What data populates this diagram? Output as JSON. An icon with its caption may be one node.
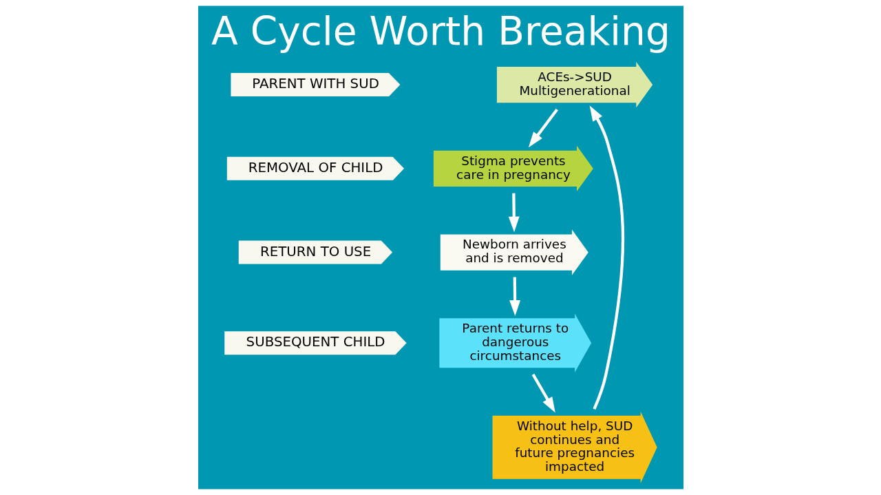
{
  "diagram": {
    "title": "A Cycle Worth Breaking",
    "nodes": [
      {
        "text": [
          "PARENT WITH SUD"
        ]
      },
      {
        "text": [
          "REMOVAL OF CHILD"
        ]
      },
      {
        "text": [
          "RETURN TO USE"
        ]
      },
      {
        "text": [
          "SUBSEQUENT CHILD"
        ]
      },
      {
        "text": [
          "ACEs->SUD Multigenerational"
        ]
      },
      {
        "text": [
          "Stigma prevents care in pregnancy"
        ]
      },
      {
        "text": [
          "Newborn arrives and is removed"
        ]
      },
      {
        "text": [
          "Parent returns to dangerous circumstances"
        ]
      },
      {
        "text": [
          "Without help, SUD continues and future pregnancies impacted"
        ]
      }
    ],
    "edges": [
      {
        "from": 4,
        "to": 5,
        "arrow": "to"
      },
      {
        "from": 5,
        "to": 6,
        "arrow": "to"
      },
      {
        "from": 6,
        "to": 7,
        "arrow": "to"
      },
      {
        "from": 7,
        "to": 8,
        "arrow": "to"
      },
      {
        "from": 8,
        "to": 4,
        "arrow": "to"
      }
    ]
  }
}
